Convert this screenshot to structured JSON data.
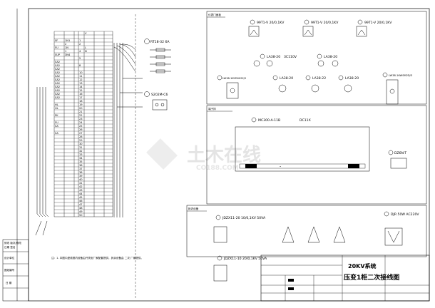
{
  "sheet": {
    "title_line1": "20KV系统",
    "title_line2": "压变1柜二次接线图",
    "note": "注：1. 本图中虚线框内设备由开关柜厂家配套提供，其余设备由 二次 厂家提供。"
  },
  "left_strip": [
    "修改 版次/修改",
    "日期 签名",
    "设计单位",
    "图纸编号",
    "日 期"
  ],
  "panel_boxes": {
    "top_right": "仪表门面板",
    "middle": "端子排",
    "bottom": "柜内设备"
  },
  "terminal_table": {
    "rows": [
      [
        "",
        "",
        "",
        "",
        "V",
        ""
      ],
      [
        "",
        "",
        "",
        "",
        "",
        ""
      ],
      [
        "SF",
        "1N1",
        "",
        "1",
        "",
        ""
      ],
      [
        "",
        "2",
        "",
        "2",
        "",
        ""
      ],
      [
        "FU",
        "1N",
        "",
        "",
        "L",
        ""
      ],
      [
        "",
        "1",
        "",
        "4",
        "N",
        ""
      ],
      [
        "SUP",
        "3N4",
        "",
        "",
        "",
        ""
      ],
      [
        "",
        "",
        "",
        "5",
        "",
        ""
      ],
      [
        "SA2",
        "",
        "",
        "",
        "",
        ""
      ],
      [
        "SA2",
        "",
        "",
        "8",
        "",
        ""
      ],
      [
        "SA2",
        "",
        "",
        "",
        "",
        ""
      ],
      [
        "SA2",
        "",
        "",
        "10",
        "",
        ""
      ],
      [
        "SA2",
        "",
        "",
        "11",
        "",
        ""
      ],
      [
        "SA2",
        "",
        "",
        "12",
        "",
        ""
      ],
      [
        "SA2",
        "",
        "",
        "13",
        "",
        ""
      ],
      [
        "SA2",
        "",
        "",
        "14",
        "",
        ""
      ],
      [
        "SA2",
        "",
        "",
        "15",
        "",
        ""
      ],
      [
        "SA2",
        "",
        "",
        "16",
        "",
        ""
      ],
      [
        "SA2",
        "",
        "",
        "17",
        "",
        ""
      ],
      [
        "",
        "",
        "",
        "18",
        "",
        ""
      ],
      [
        "HL",
        "",
        "",
        "19",
        "",
        ""
      ],
      [
        "HL",
        "",
        "",
        "20",
        "",
        ""
      ],
      [
        "",
        "",
        "",
        "21",
        "",
        ""
      ],
      [
        "PK",
        "",
        "",
        "22",
        "",
        ""
      ],
      [
        "",
        "",
        "",
        "23",
        "",
        ""
      ],
      [
        "FU",
        "",
        "",
        "24",
        "",
        ""
      ],
      [
        "SA",
        "",
        "",
        "25",
        "",
        ""
      ],
      [
        "",
        "",
        "",
        "26",
        "",
        ""
      ],
      [
        "SA",
        "",
        "",
        "27",
        "",
        ""
      ],
      [
        "",
        "",
        "",
        "28",
        "",
        ""
      ],
      [
        "",
        "",
        "",
        "29",
        "",
        ""
      ],
      [
        "",
        "",
        "",
        "30",
        "",
        ""
      ],
      [
        "",
        "",
        "",
        "31",
        "",
        ""
      ],
      [
        "",
        "",
        "",
        "32",
        "",
        ""
      ],
      [
        "",
        "",
        "",
        "33",
        "",
        ""
      ],
      [
        "",
        "",
        "",
        "34",
        "",
        ""
      ],
      [
        "",
        "",
        "",
        "35",
        "",
        ""
      ],
      [
        "",
        "",
        "",
        "36",
        "",
        ""
      ],
      [
        "",
        "",
        "",
        "37",
        "",
        ""
      ],
      [
        "",
        "",
        "",
        "38",
        "",
        ""
      ],
      [
        "",
        "",
        "",
        "39",
        "",
        ""
      ],
      [
        "",
        "",
        "",
        "40",
        "",
        ""
      ],
      [
        "",
        "",
        "",
        "41",
        "",
        ""
      ],
      [
        "",
        "",
        "",
        "42",
        "",
        ""
      ],
      [
        "",
        "",
        "",
        "43",
        "",
        ""
      ],
      [
        "",
        "",
        "",
        "44",
        "",
        ""
      ],
      [
        "",
        "",
        "",
        "45",
        "",
        ""
      ],
      [
        "",
        "",
        "",
        "46",
        "",
        ""
      ],
      [
        "",
        "",
        "",
        "47",
        "",
        ""
      ],
      [
        "",
        "",
        "",
        "48",
        "",
        ""
      ],
      [
        "",
        "",
        "",
        "49",
        "",
        ""
      ],
      [
        "",
        "",
        "",
        "50",
        "",
        ""
      ]
    ]
  },
  "devices": {
    "rt": "RT18-32 6A",
    "s202": "S202M-C6",
    "v_top1": "99T1-V 20/0,1KV",
    "v_top2": "99T1-V 20/0,1KV",
    "v_top3": "99T1-V 20/0,1KV",
    "la1": "LA38-20",
    "ac": "3C110V",
    "la2": "LA38-20",
    "lw": "LW38-16YD0092/2",
    "la3": "LA38-20",
    "la4": "LA38-22",
    "la5": "LA38-20",
    "lw2": "LW38-16WSM2D/3",
    "relay": "MC300-A-11B",
    "dc": "DC11X",
    "sw_n": "DZ6N-T",
    "vt1": "JDZX11-20 10/0,1KV 50VA",
    "vt2": "JDZX11-10 20/0,1KV 50VA",
    "heater": "DJR 50W AC220V"
  },
  "watermark": {
    "main": "土木在线",
    "sub": "CO188.COM"
  }
}
